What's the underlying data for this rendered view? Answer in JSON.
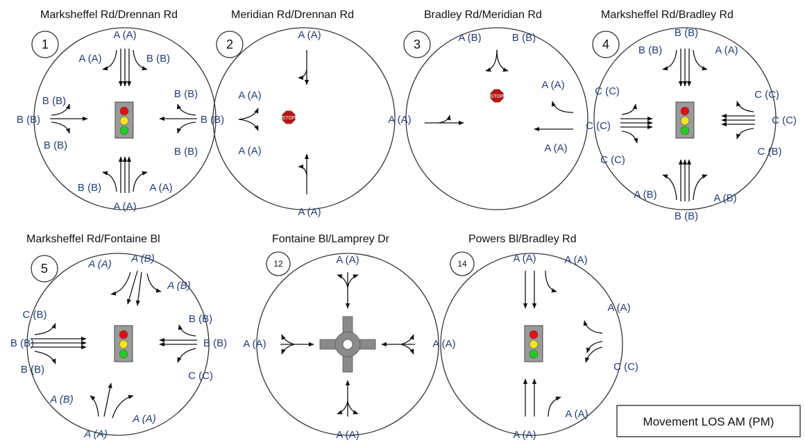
{
  "colors": {
    "label": "#1f3f7a",
    "ring": "#333333",
    "signal_red": "#e01010",
    "signal_yellow": "#f2e61a",
    "signal_green": "#22cc22",
    "stop_sign": "#b01818"
  },
  "legend": "Movement LOS AM (PM)",
  "intersections": [
    {
      "id": "1",
      "title": "Marksheffel Rd/Drennan Rd",
      "control": "signal",
      "labels": [
        "A (A)",
        "A (A)",
        "B (B)",
        "B (B)",
        "B (B)",
        "B (B)",
        "B (B)",
        "B (B)",
        "B (B)",
        "B (B)",
        "A (A)",
        "A (A)"
      ]
    },
    {
      "id": "2",
      "title": "Meridian Rd/Drennan Rd",
      "control": "stop",
      "labels": [
        "A (A)",
        "A (A)",
        "A (A)",
        "A (A)"
      ]
    },
    {
      "id": "3",
      "title": "Bradley Rd/Meridian Rd",
      "control": "stop",
      "labels": [
        "A (B)",
        "B (B)",
        "A (A)",
        "A (A)",
        "A (A)"
      ]
    },
    {
      "id": "4",
      "title": "Marksheffel Rd/Bradley Rd",
      "control": "signal",
      "labels": [
        "B (B)",
        "B (B)",
        "A (A)",
        "C (C)",
        "C (C)",
        "C (C)",
        "C (C)",
        "C (C)",
        "C (B)",
        "A (B)",
        "B (B)",
        "A (B)"
      ]
    },
    {
      "id": "5",
      "title": "Marksheffel Rd/Fontaine Bl",
      "control": "signal",
      "labels": [
        "A (A)",
        "A (B)",
        "A (B)",
        "C (B)",
        "B (B)",
        "B (B)",
        "B (B)",
        "B (B)",
        "C (C)",
        "A (B)",
        "A (A)",
        "A (A)"
      ]
    },
    {
      "id": "12",
      "title": "Fontaine Bl/Lamprey Dr",
      "control": "roundabout",
      "labels": [
        "A (A)",
        "A (A)",
        "A (A)",
        "A (A)"
      ]
    },
    {
      "id": "14",
      "title": "Powers Bl/Bradley Rd",
      "control": "signal",
      "labels": [
        "A (A)",
        "A (A)",
        "A (A)",
        "C (C)",
        "A (A)",
        "A (A)"
      ]
    }
  ]
}
